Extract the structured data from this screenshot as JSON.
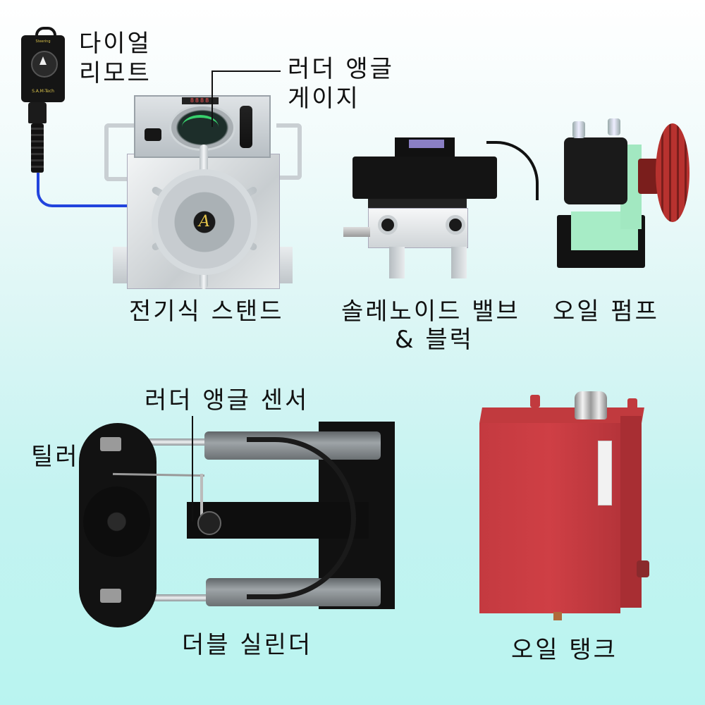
{
  "page": {
    "background_top": "#ffffff",
    "background_bottom": "#b9f4f0"
  },
  "components": {
    "dial_remote": {
      "label_line1": "다이얼",
      "label_line2": "리모트",
      "device_title": "Steering",
      "device_brand": "S.A.M-Tech",
      "cable_color": "#2244dd"
    },
    "rudder_angle_gauge": {
      "label_line1": "러더 앵글",
      "label_line2": "게이지",
      "digits": "8888"
    },
    "electric_stand": {
      "label": "전기식 스탠드",
      "wheel_logo": "A"
    },
    "solenoid_valve": {
      "label_line1": "솔레노이드 밸브",
      "label_line2": "& 블럭"
    },
    "oil_pump": {
      "label": "오일 펌프",
      "pulley_color": "#b8322f",
      "bracket_color": "#a7ecc6"
    },
    "rudder_angle_sensor": {
      "label": "러더 앵글 센서"
    },
    "tiller": {
      "label": "틸러"
    },
    "double_cylinder": {
      "label": "더블 실린더"
    },
    "oil_tank": {
      "label": "오일 탱크",
      "tank_color": "#c43a40"
    }
  }
}
